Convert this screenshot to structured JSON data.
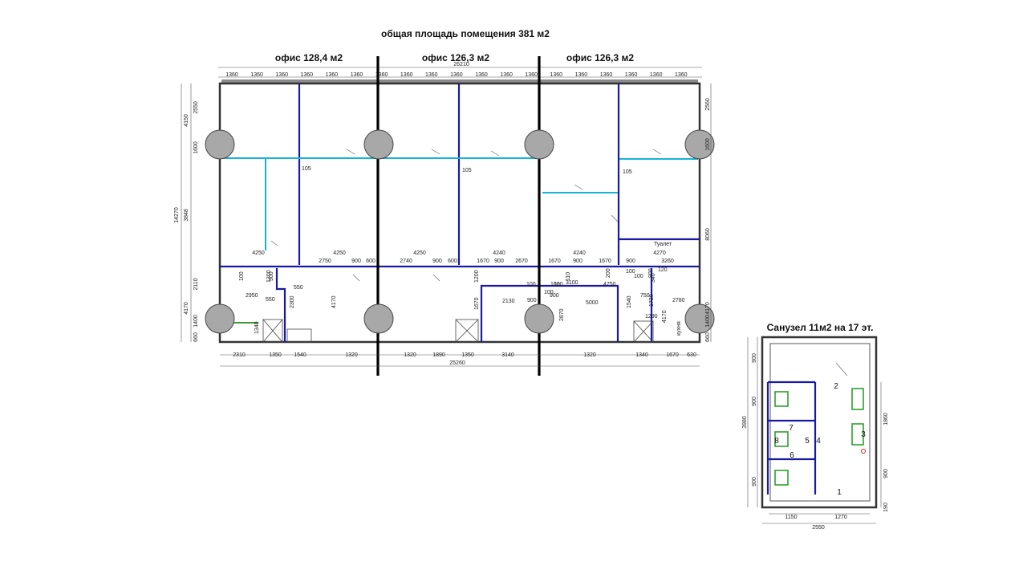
{
  "plan": {
    "total_title": "общая площадь помещения 381 м2",
    "offices": [
      {
        "label": "офис 128,4 м2"
      },
      {
        "label": "офис 126,3 м2"
      },
      {
        "label": "офис 126,3 м2"
      }
    ],
    "top_dims": [
      "1360",
      "1360",
      "1360",
      "1360",
      "1360",
      "1360",
      "1360",
      "1360",
      "1360",
      "1360",
      "1360",
      "1360",
      "1360",
      "1360",
      "1360",
      "1360",
      "1360",
      "1360",
      "1360"
    ],
    "overall_width": "26210",
    "bottom_overall": "25260",
    "bottom_dims": [
      "2310",
      "1350",
      "1540",
      "1320",
      "1320",
      "1890",
      "1350",
      "3140",
      "1320",
      "1340",
      "1670",
      "630"
    ],
    "left_dims": [
      "4150",
      "2550",
      "1600",
      "14270",
      "3848",
      "2110",
      "4170",
      "1400",
      "660"
    ],
    "right_dims": [
      "2560",
      "1600",
      "8060",
      "4170",
      "1400",
      "660"
    ],
    "room_labels": [
      "105",
      "105",
      "105",
      "Туалет",
      "кухня"
    ],
    "interior_dims_row": [
      "4250",
      "4250",
      "4250",
      "4240",
      "4240",
      "4270"
    ],
    "interior_dims_row2": [
      "2750",
      "900",
      "600",
      "2740",
      "900",
      "600",
      "1670",
      "900",
      "2670",
      "1670",
      "900",
      "1670",
      "900",
      "3260"
    ],
    "misc_dims": [
      "100",
      "1300",
      "550",
      "2950",
      "550",
      "2300",
      "4170",
      "1200",
      "100",
      "100",
      "3100",
      "4750",
      "100",
      "900",
      "1670",
      "2130",
      "900",
      "900",
      "5000",
      "2870",
      "1540",
      "750",
      "1730",
      "2780",
      "1290",
      "4170",
      "1340",
      "300",
      "200",
      "110",
      "120",
      "130",
      "100",
      "100",
      "340"
    ]
  },
  "sanuzel": {
    "title": "Санузел 11м2 на 17 эт.",
    "left_dims": [
      "900",
      "3980",
      "900",
      "900"
    ],
    "right_dims": [
      "1860",
      "900",
      "190"
    ],
    "bottom_dims": [
      "1150",
      "1270"
    ],
    "bottom_overall": "2550",
    "numbers": [
      "1",
      "2",
      "3",
      "4",
      "5",
      "6",
      "7",
      "8"
    ]
  },
  "colors": {
    "wall": "#333333",
    "partition_blue": "#1a1aa0",
    "partition_cyan": "#17b3d6",
    "divider": "#000000",
    "column": "#a8a8a8",
    "fixture": "#2ea02e"
  }
}
